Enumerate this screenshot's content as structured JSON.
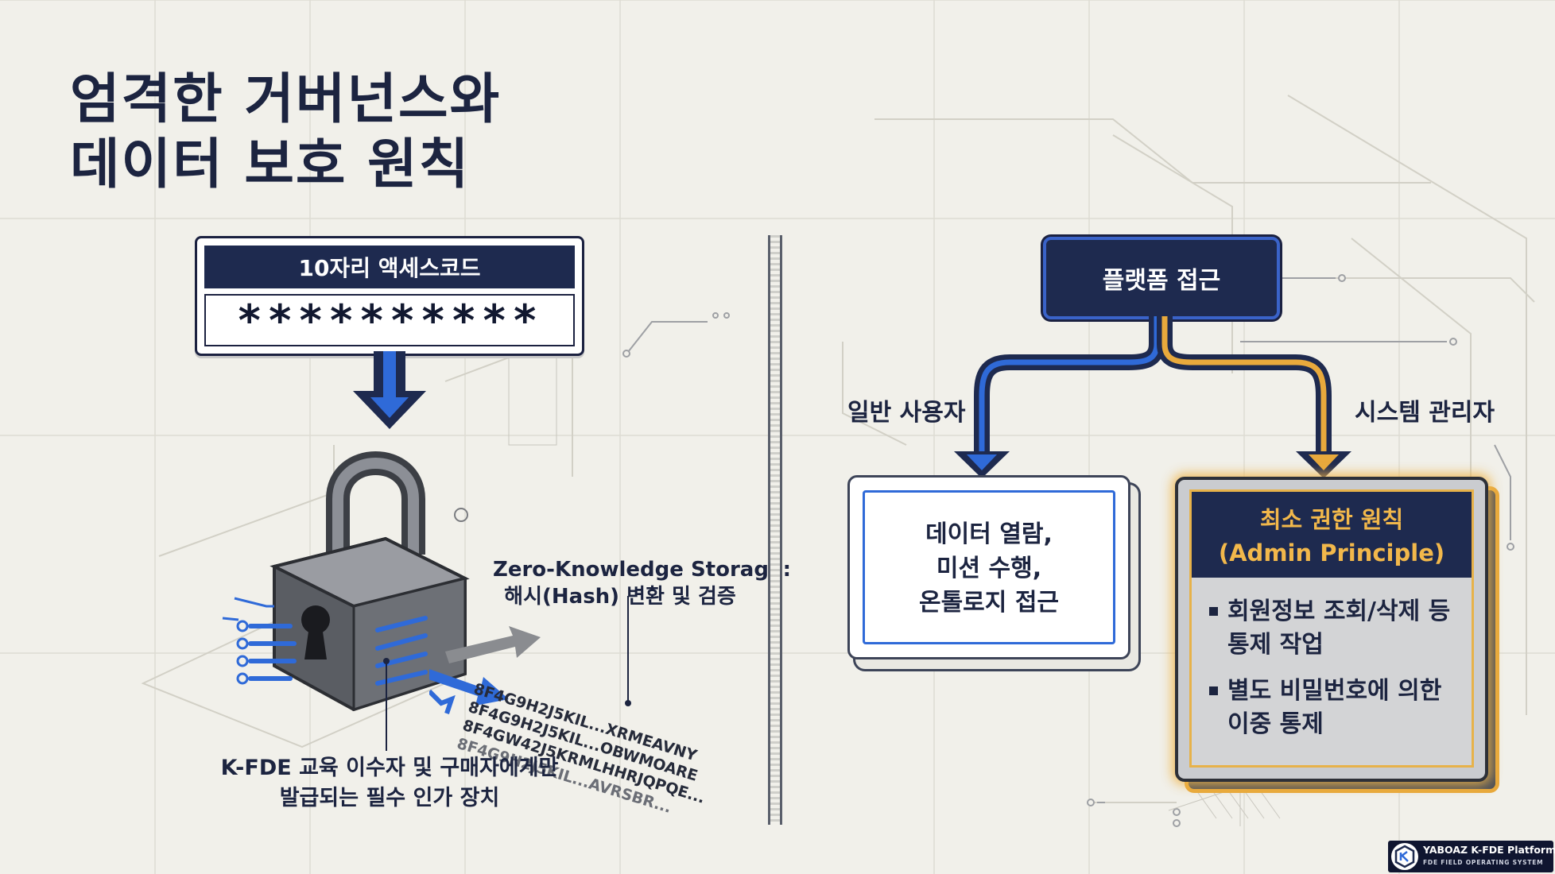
{
  "title": {
    "line1": "엄격한 거버넌스와",
    "line2": "데이터 보호 원칙"
  },
  "left_panel": {
    "access_code_label": "10자리 액세스코드",
    "access_code_mask": "**********",
    "zk_title": "Zero-Knowledge Storage:",
    "zk_subtitle": "해시(Hash) 변환 및 검증",
    "hash_strings": [
      "8F4G9H2J5KIL...XRMEAVNY",
      "8F4G9H2J5KIL...OBWMOARE",
      "8F4GW42J5KRMLHHRJQPQE...",
      "8F4G9H2J5KIL...AVRSBR..."
    ],
    "caption_line1": "K-FDE 교육 이수자 및 구매자에게만",
    "caption_line2": "발급되는 필수 인가 장치"
  },
  "right_panel": {
    "access_label": "플랫폼 접근",
    "branch_user": "일반 사용자",
    "branch_admin": "시스템 관리자",
    "user_box": [
      "데이터 열람,",
      "미션 수행,",
      "온톨로지 접근"
    ],
    "admin_title_ko": "최소 권한 원칙",
    "admin_title_en": "(Admin Principle)",
    "admin_items": [
      {
        "line1": "회원정보 조회/삭제 등",
        "line2": "통제 작업"
      },
      {
        "line1": "별도 비밀번호에 의한",
        "line2": "이중 통제"
      }
    ]
  },
  "brand": {
    "name": "YABOAZ K-FDE Platform",
    "subtitle": "FDE FIELD OPERATING SYSTEM"
  },
  "colors": {
    "navy": "#1e2a4f",
    "blue": "#2f6ad8",
    "gold": "#e8a93c",
    "background": "#f1f0ea"
  }
}
